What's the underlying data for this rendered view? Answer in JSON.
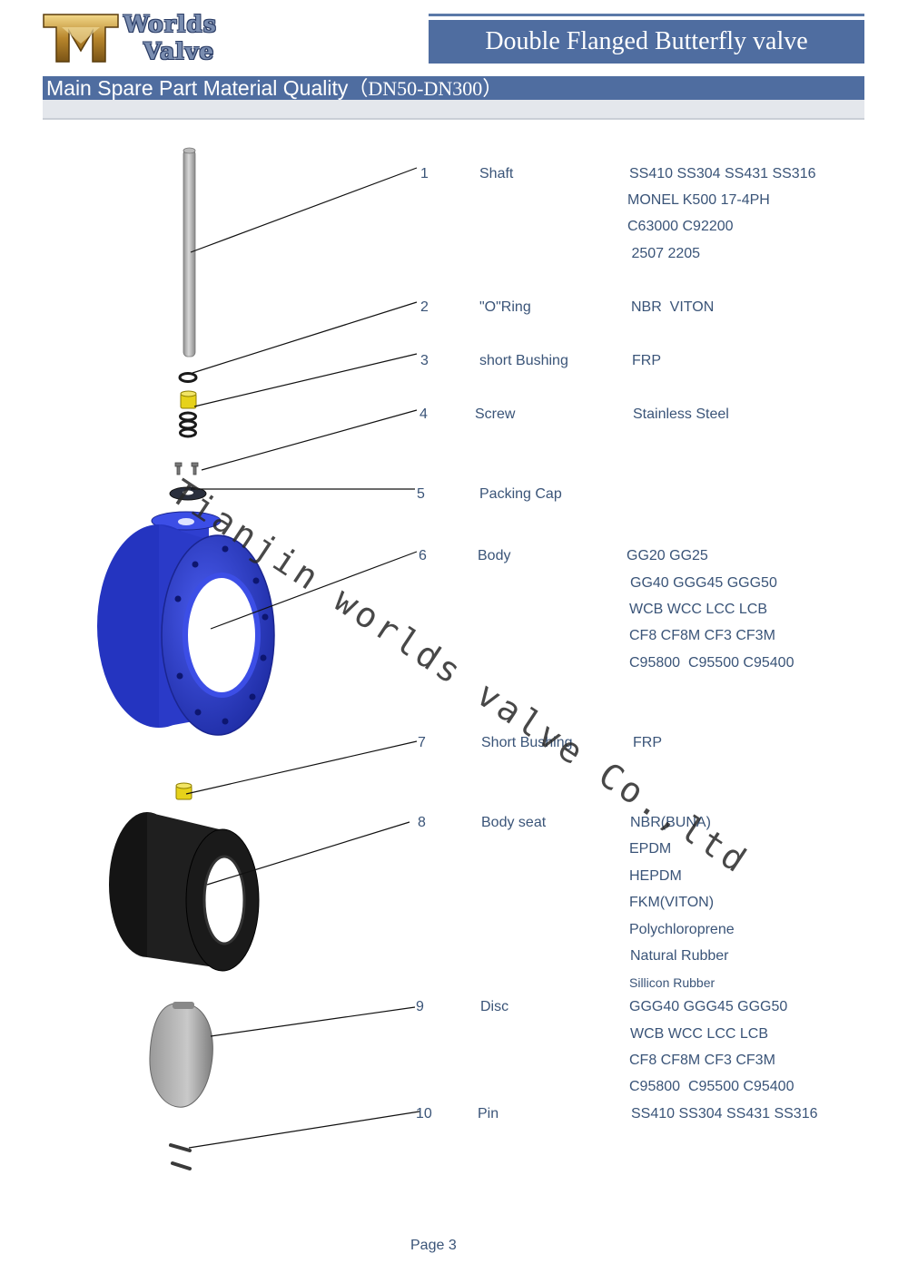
{
  "header": {
    "logo_word1": "Worlds",
    "logo_word2": "Valve",
    "title": "Double Flanged Butterfly valve",
    "subtitle": "Main Spare Part Material Quality",
    "subtitle_range": "（DN50-DN300）"
  },
  "parts": [
    {
      "no": "1",
      "name": "Shaft",
      "materials": [
        "SS410 SS304 SS431 SS316",
        "MONEL K500  17-4PH",
        "C63000  C92200",
        " 2507 2205"
      ]
    },
    {
      "no": "2",
      "name": "\"O\"Ring",
      "materials": [
        "NBR  VITON"
      ]
    },
    {
      "no": "3",
      "name": "short Bushing",
      "materials": [
        "FRP"
      ]
    },
    {
      "no": "4",
      "name": "Screw",
      "materials": [
        "Stainless Steel"
      ]
    },
    {
      "no": "5",
      "name": "Packing Cap",
      "materials": []
    },
    {
      "no": "6",
      "name": "Body",
      "materials": [
        "GG20 GG25",
        "GG40 GGG45 GGG50",
        "WCB WCC LCC LCB",
        "CF8 CF8M CF3 CF3M",
        "C95800  C95500 C95400"
      ]
    },
    {
      "no": "7",
      "name": "Short Bushing",
      "materials": [
        "FRP"
      ]
    },
    {
      "no": "8",
      "name": "Body seat",
      "materials": [
        "NBR(BUNA)",
        "EPDM",
        "HEPDM",
        "FKM(VITON)",
        "Polychloroprene",
        "Natural Rubber",
        "Sillicon Rubber"
      ]
    },
    {
      "no": "9",
      "name": "Disc",
      "materials": [
        "GGG40 GGG45 GGG50",
        "WCB WCC LCC LCB",
        "CF8 CF8M CF3 CF3M",
        "C95800  C95500 C95400"
      ]
    },
    {
      "no": "10",
      "name": "Pin",
      "materials": [
        "SS410 SS304 SS431 SS316"
      ]
    }
  ],
  "watermark": "Tianjin worlds valve Co.,ltd",
  "footer": "Page 3",
  "colors": {
    "accent": "#4f6da0",
    "text": "#3a5478",
    "body_blue": "#2f3fd0",
    "bushing_yellow": "#e6d21a",
    "seat_black": "#1a1a1a"
  }
}
